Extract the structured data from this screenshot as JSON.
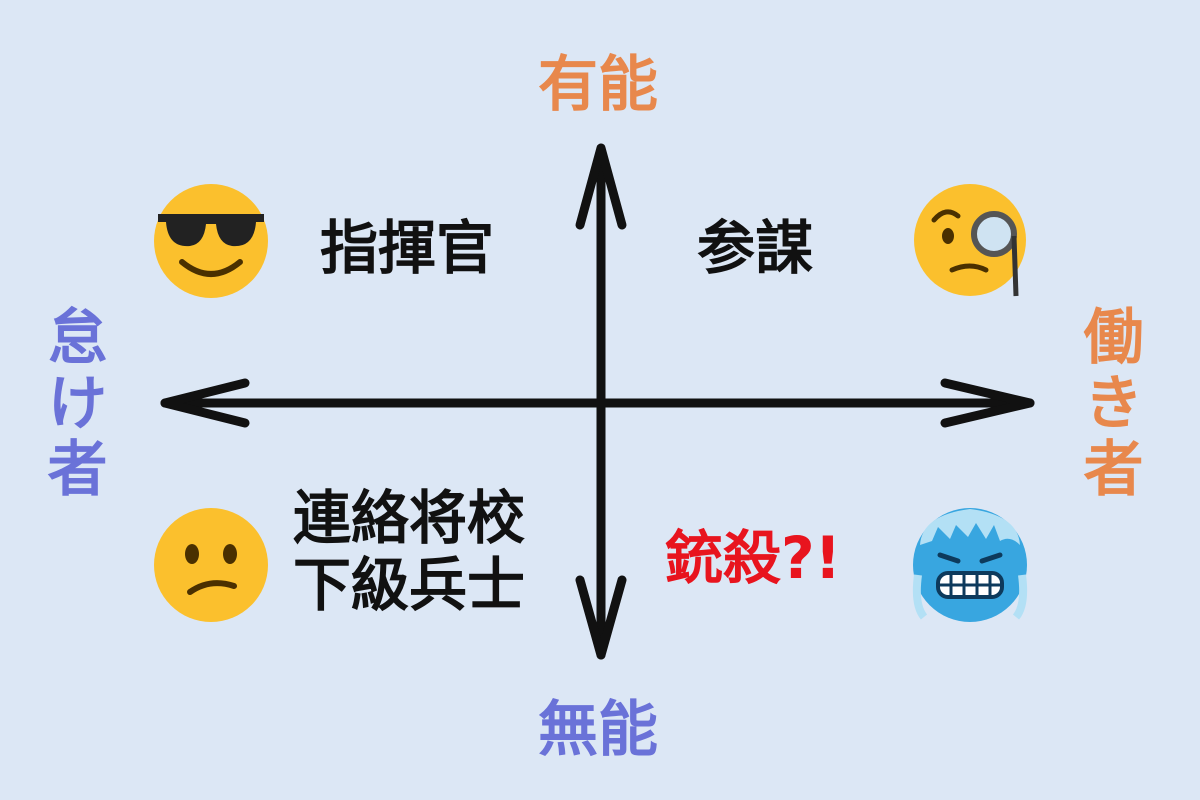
{
  "axes": {
    "top": "有能",
    "bottom": "無能",
    "left": "怠け者",
    "right": "働き者"
  },
  "quadrants": {
    "top_left": {
      "label": "指揮官",
      "icon": "sunglasses-face-icon"
    },
    "top_right": {
      "label": "参謀",
      "icon": "monocle-face-icon"
    },
    "bottom_left": {
      "label_line1": "連絡将校",
      "label_line2": "下級兵士",
      "icon": "confused-face-icon"
    },
    "bottom_right": {
      "label": "銃殺?!",
      "icon": "cold-face-icon"
    }
  },
  "colors": {
    "background": "#dce7f5",
    "positive": "#e8884c",
    "negative": "#6a72d8",
    "alert": "#e8141e"
  }
}
